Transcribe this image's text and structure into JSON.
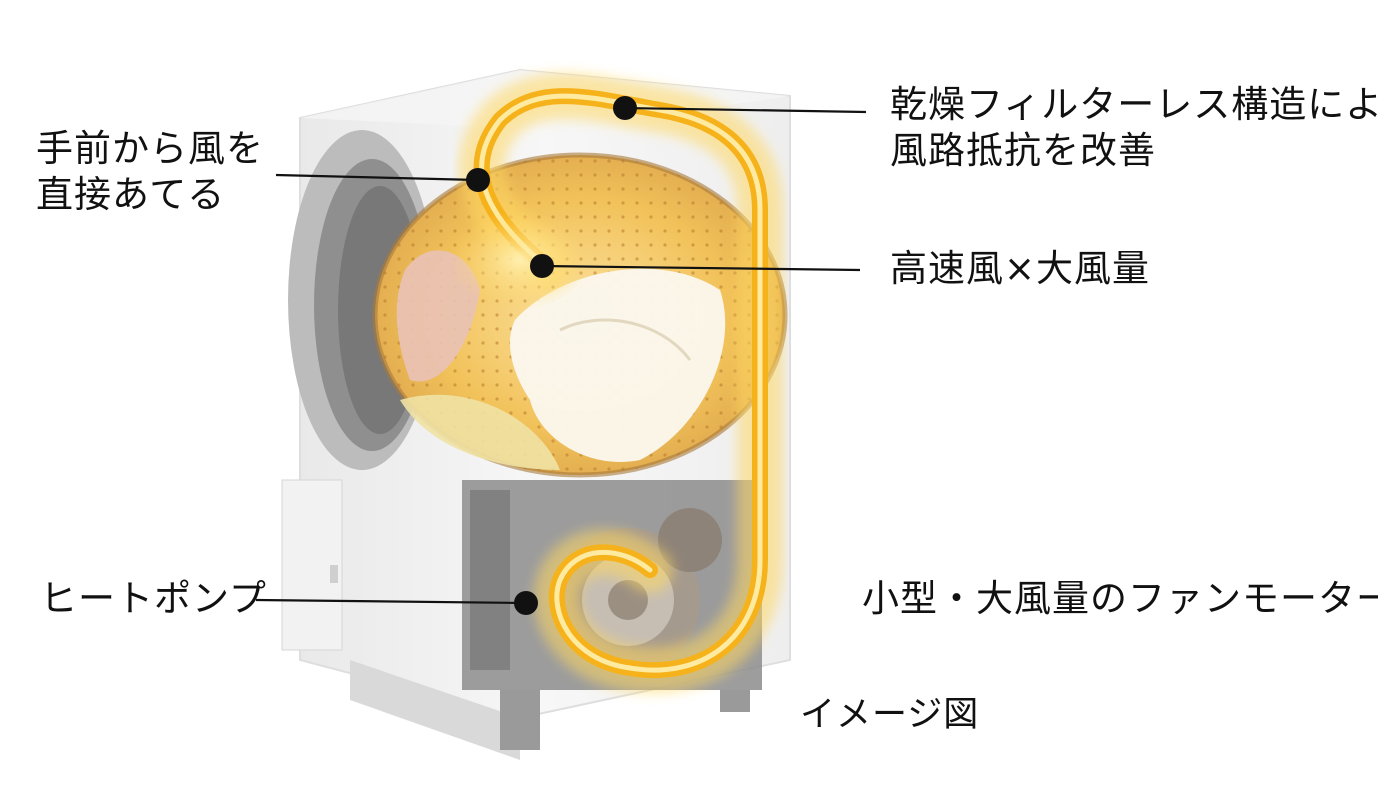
{
  "colors": {
    "airflow": "#f6b21b",
    "airflow_glow": "#ffd862",
    "leader_line": "#111111",
    "dot": "#111111",
    "cabinet": "#f1f1f1",
    "drum": "#f3c257"
  },
  "labels": {
    "front_air_line1": "手前から風を",
    "front_air_line2": "直接あてる",
    "filterless_line1": "乾燥フィルターレス構造により",
    "filterless_line2": "風路抵抗を改善",
    "high_speed": "高速風×大風量",
    "heat_pump": "ヒートポンプ",
    "fan_motor": "小型・大風量のファンモーター",
    "image_note": "イメージ図"
  }
}
